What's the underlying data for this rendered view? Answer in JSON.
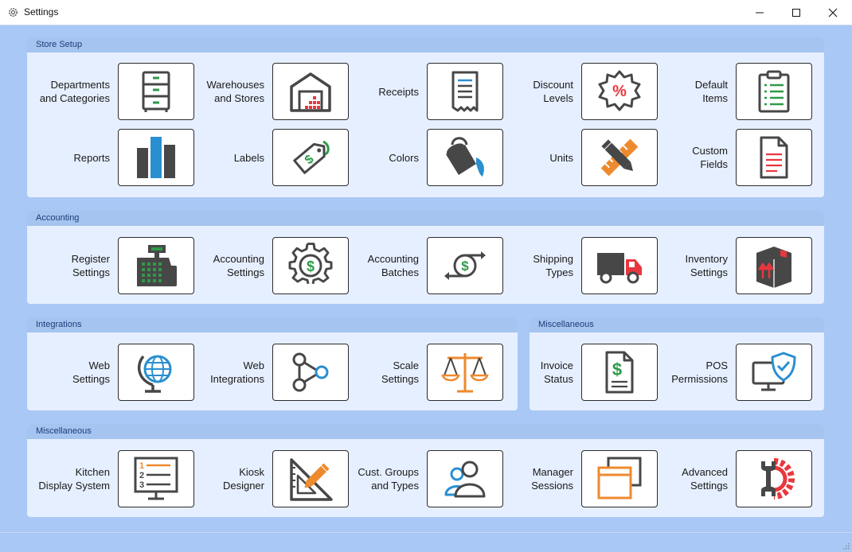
{
  "window": {
    "title": "Settings"
  },
  "groups": {
    "store_setup": {
      "header": "Store Setup",
      "items": [
        {
          "label": "Departments\nand Categories",
          "icon": "cabinet-icon"
        },
        {
          "label": "Warehouses\nand Stores",
          "icon": "warehouse-icon"
        },
        {
          "label": "Receipts",
          "icon": "receipt-icon"
        },
        {
          "label": "Discount\nLevels",
          "icon": "discount-badge-icon"
        },
        {
          "label": "Default\nItems",
          "icon": "clipboard-icon"
        },
        {
          "label": "Reports",
          "icon": "bar-chart-icon"
        },
        {
          "label": "Labels",
          "icon": "price-tag-icon"
        },
        {
          "label": "Colors",
          "icon": "paint-bucket-icon"
        },
        {
          "label": "Units",
          "icon": "ruler-pencil-icon"
        },
        {
          "label": "Custom\nFields",
          "icon": "document-icon"
        }
      ]
    },
    "accounting": {
      "header": "Accounting",
      "items": [
        {
          "label": "Register\nSettings",
          "icon": "cash-register-icon"
        },
        {
          "label": "Accounting\nSettings",
          "icon": "gear-dollar-icon"
        },
        {
          "label": "Accounting\nBatches",
          "icon": "money-exchange-icon"
        },
        {
          "label": "Shipping\nTypes",
          "icon": "truck-icon"
        },
        {
          "label": "Inventory\nSettings",
          "icon": "box-icon"
        }
      ]
    },
    "integrations": {
      "header": "Integrations",
      "items": [
        {
          "label": "Web\nSettings",
          "icon": "globe-icon"
        },
        {
          "label": "Web\nIntegrations",
          "icon": "network-nodes-icon"
        },
        {
          "label": "Scale\nSettings",
          "icon": "scale-icon"
        }
      ]
    },
    "misc_right": {
      "header": "Miscellaneous",
      "items": [
        {
          "label": "Invoice\nStatus",
          "icon": "invoice-dollar-icon"
        },
        {
          "label": "POS\nPermissions",
          "icon": "monitor-shield-icon"
        }
      ]
    },
    "misc_bottom": {
      "header": "Miscellaneous",
      "items": [
        {
          "label": "Kitchen\nDisplay System",
          "icon": "numbered-list-monitor-icon"
        },
        {
          "label": "Kiosk\nDesigner",
          "icon": "triangle-ruler-pencil-icon"
        },
        {
          "label": "Cust. Groups\nand Types",
          "icon": "users-icon"
        },
        {
          "label": "Manager\nSessions",
          "icon": "windows-icon"
        },
        {
          "label": "Advanced\nSettings",
          "icon": "wrench-gear-icon"
        }
      ]
    }
  },
  "colors": {
    "dark": "#474747",
    "green": "#2e9a48",
    "red": "#e8373e",
    "blue": "#2a8fd0",
    "orange": "#ee8a2e",
    "window_bg": "#a9c8f5",
    "panel_bg": "#e6efff",
    "header_bg": "#a5c4ef"
  }
}
